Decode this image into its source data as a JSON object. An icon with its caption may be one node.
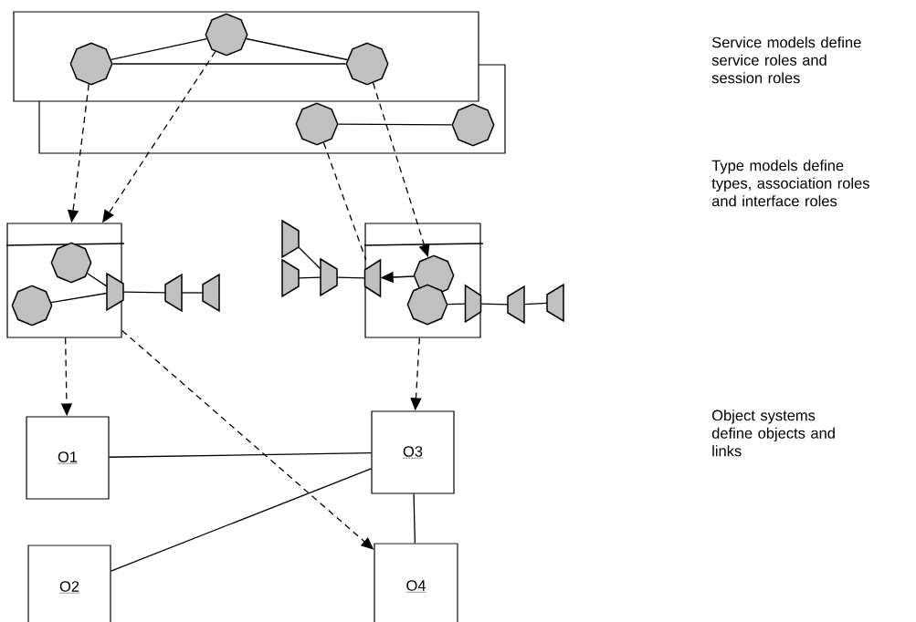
{
  "diagram": {
    "nodes": [
      {
        "text": [],
        "shape": "box"
      },
      {
        "text": [],
        "shape": "box"
      },
      {
        "text": [],
        "shape": "octagon",
        "in": 0
      },
      {
        "text": [],
        "shape": "octagon",
        "in": 0
      },
      {
        "text": [],
        "shape": "octagon",
        "in": 0
      },
      {
        "text": [],
        "shape": "octagon",
        "in": 1
      },
      {
        "text": [],
        "shape": "octagon",
        "in": 1
      },
      {
        "text": [],
        "shape": "box"
      },
      {
        "text": [],
        "shape": "octagon",
        "in": 7
      },
      {
        "text": [],
        "shape": "octagon",
        "in": 7
      },
      {
        "text": [],
        "shape": "trapezoid",
        "in": 7
      },
      {
        "text": [],
        "shape": "trapezoid"
      },
      {
        "text": [],
        "shape": "trapezoid"
      },
      {
        "text": [],
        "shape": "box"
      },
      {
        "text": [],
        "shape": "trapezoid"
      },
      {
        "text": [],
        "shape": "trapezoid"
      },
      {
        "text": [],
        "shape": "trapezoid"
      },
      {
        "text": [],
        "shape": "trapezoid",
        "in": 13
      },
      {
        "text": [],
        "shape": "octagon",
        "in": 13
      },
      {
        "text": [],
        "shape": "octagon",
        "in": 13
      },
      {
        "text": [],
        "shape": "trapezoid",
        "in": 13
      },
      {
        "text": [],
        "shape": "trapezoid"
      },
      {
        "text": [],
        "shape": "trapezoid"
      },
      {
        "text": [
          "O1"
        ]
      },
      {
        "text": [
          "O2"
        ]
      },
      {
        "text": [
          "O3"
        ]
      },
      {
        "text": [
          "O4"
        ]
      }
    ],
    "edges": [
      {
        "from": 2,
        "to": 3,
        "arrow": "none"
      },
      {
        "from": 3,
        "to": 4,
        "arrow": "none"
      },
      {
        "from": 2,
        "to": 4,
        "arrow": "none"
      },
      {
        "from": 5,
        "to": 6,
        "arrow": "none"
      },
      {
        "from": 2,
        "to": 7,
        "arrow": "to",
        "style": "dashed"
      },
      {
        "from": 3,
        "to": 7,
        "arrow": "to",
        "style": "dashed"
      },
      {
        "from": 4,
        "to": 18,
        "arrow": "to",
        "style": "dashed"
      },
      {
        "from": 5,
        "to": 17,
        "arrow": "none",
        "style": "dashed"
      },
      {
        "from": 8,
        "to": 10,
        "arrow": "none"
      },
      {
        "from": 9,
        "to": 10,
        "arrow": "none"
      },
      {
        "from": 10,
        "to": 11,
        "arrow": "none"
      },
      {
        "from": 11,
        "to": 12,
        "arrow": "none"
      },
      {
        "from": 14,
        "to": 16,
        "arrow": "none"
      },
      {
        "from": 15,
        "to": 16,
        "arrow": "none"
      },
      {
        "from": 16,
        "to": 17,
        "arrow": "none"
      },
      {
        "from": 18,
        "to": 17,
        "arrow": "to"
      },
      {
        "from": 19,
        "to": 20,
        "arrow": "none"
      },
      {
        "from": 20,
        "to": 21,
        "arrow": "none"
      },
      {
        "from": 21,
        "to": 22,
        "arrow": "none"
      },
      {
        "from": 7,
        "to": 23,
        "arrow": "to",
        "style": "dashed"
      },
      {
        "from": 7,
        "to": 26,
        "arrow": "to",
        "style": "dashed"
      },
      {
        "from": 13,
        "to": 25,
        "arrow": "to",
        "style": "dashed"
      },
      {
        "from": 23,
        "to": 25,
        "arrow": "none"
      },
      {
        "from": 24,
        "to": 25,
        "arrow": "none"
      },
      {
        "from": 25,
        "to": 26,
        "arrow": "none"
      }
    ],
    "labels": [
      "Service models define service roles and session roles",
      "Type models define types, association roles and interface roles",
      "Object systems define objects and links"
    ]
  }
}
